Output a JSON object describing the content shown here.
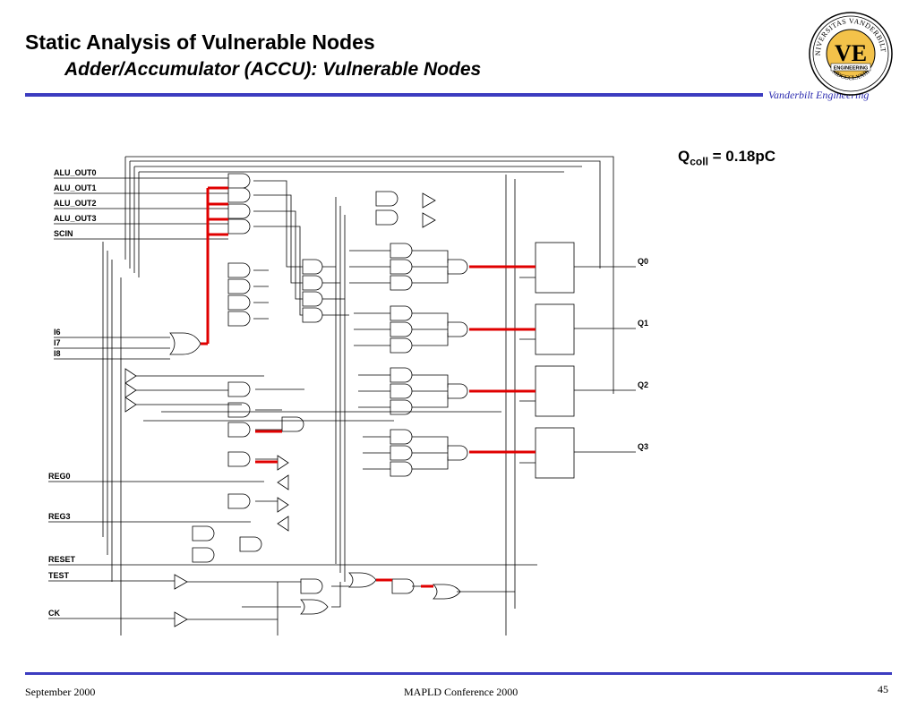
{
  "header": {
    "title": "Static Analysis of Vulnerable Nodes",
    "subtitle": "Adder/Accumulator (ACCU):  Vulnerable Nodes",
    "brand": "Vanderbilt Engineering",
    "logo": {
      "ring_top": "UNIVERSITAS VANDERBILTIA",
      "ring_bottom": "MDCCCLXXIII",
      "center_text": "VE",
      "band_text": "ENGINEERING"
    }
  },
  "annotation": {
    "q_label": "Q",
    "q_sub": "coll",
    "q_value": " = 0.18pC"
  },
  "schematic": {
    "inputs": [
      "ALU_OUT0",
      "ALU_OUT1",
      "ALU_OUT2",
      "ALU_OUT3",
      "SCIN",
      "I6",
      "I7",
      "I8",
      "REG0",
      "REG3",
      "RESET",
      "TEST",
      "CK"
    ],
    "outputs": [
      "Q0",
      "Q1",
      "Q2",
      "Q3"
    ]
  },
  "colors": {
    "accent_line": "#3c3cc0",
    "vulnerable": "#e00000",
    "logo_gold": "#f3c24a"
  },
  "footer": {
    "left": "September 2000",
    "center": "MAPLD Conference 2000",
    "page": "45"
  }
}
